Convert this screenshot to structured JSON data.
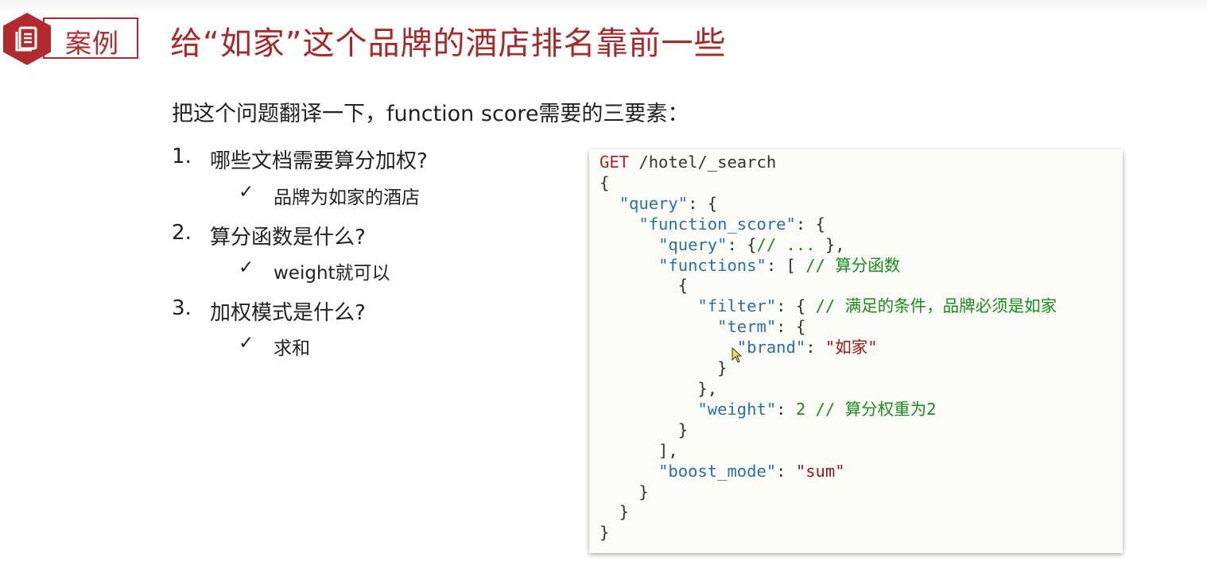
{
  "badge": {
    "label": "案例",
    "icon": "document-icon"
  },
  "title": "给“如家”这个品牌的酒店排名靠前一些",
  "intro": "把这个问题翻译一下，function score需要的三要素：",
  "items": [
    {
      "num": "1.",
      "question": "哪些文档需要算分加权?",
      "check": "✓",
      "answer": "品牌为如家的酒店"
    },
    {
      "num": "2.",
      "question": "算分函数是什么?",
      "check": "✓",
      "answer": "weight就可以"
    },
    {
      "num": "3.",
      "question": "加权模式是什么?",
      "check": "✓",
      "answer": "求和"
    }
  ],
  "code": {
    "method": "GET",
    "path": " /hotel/_search",
    "open_brace": "{",
    "k_query": "\"query\"",
    "k_function_score": "\"function_score\"",
    "k_inner_query": "\"query\"",
    "inner_query_comment": "// ... ",
    "k_functions": "\"functions\"",
    "functions_comment": "// 算分函数",
    "k_filter": "\"filter\"",
    "filter_comment": "// 满足的条件，品牌必须是如家",
    "k_term": "\"term\"",
    "k_brand": "\"brand\"",
    "v_brand": "\"如家\"",
    "k_weight": "\"weight\"",
    "v_weight": "2",
    "weight_comment": "// 算分权重为2",
    "k_boost_mode": "\"boost_mode\"",
    "v_boost_mode": "\"sum\"",
    "close_brace": "}"
  },
  "colors": {
    "accent": "#b12a2e",
    "title": "#a52a2a",
    "code_key": "#2a6fa8",
    "code_string": "#a31515",
    "code_comment": "#1a8c1a"
  }
}
